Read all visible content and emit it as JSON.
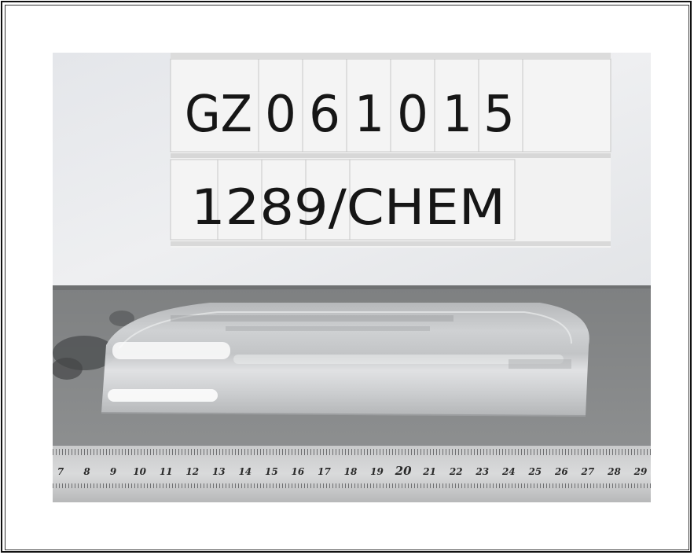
{
  "photo": {
    "sign_top_chars": [
      "GZ",
      "0",
      "6",
      "1",
      "0",
      "1",
      "5"
    ],
    "sign_bottom_text": "1289/CHEM",
    "ruler_numbers": [
      "7",
      "8",
      "9",
      "10",
      "11",
      "12",
      "13",
      "14",
      "15",
      "16",
      "17",
      "18",
      "19",
      "20",
      "21",
      "22",
      "23",
      "24",
      "25",
      "26",
      "27",
      "28",
      "29"
    ]
  }
}
